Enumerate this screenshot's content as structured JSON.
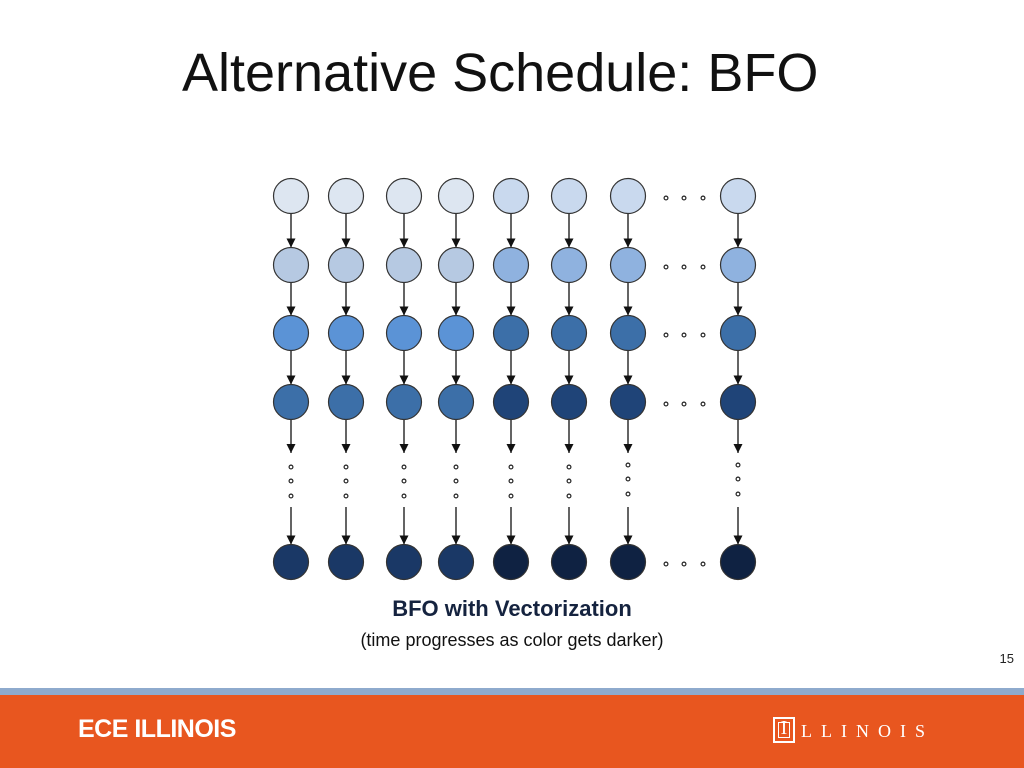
{
  "slide": {
    "title": "Alternative Schedule: BFO",
    "page_number": "15"
  },
  "diagram": {
    "columns_shown": 8,
    "ellipsis_between_columns": "after column 7",
    "rows": [
      {
        "stage": 1,
        "fills": [
          "#dde6f1",
          "#dde6f1",
          "#dde6f1",
          "#dde6f1",
          "#c9d9ee",
          "#c9d9ee",
          "#c9d9ee",
          "#c9d9ee"
        ]
      },
      {
        "stage": 2,
        "fills": [
          "#b6c9e2",
          "#b6c9e2",
          "#b6c9e2",
          "#b6c9e2",
          "#8fb2df",
          "#8fb2df",
          "#8fb2df",
          "#8fb2df"
        ]
      },
      {
        "stage": 3,
        "fills": [
          "#5b93d6",
          "#5b93d6",
          "#5b93d6",
          "#5b93d6",
          "#3c6fa8",
          "#3c6fa8",
          "#3c6fa8",
          "#3c6fa8"
        ]
      },
      {
        "stage": 4,
        "fills": [
          "#3c6fa8",
          "#3c6fa8",
          "#3c6fa8",
          "#3c6fa8",
          "#1f4478",
          "#1f4478",
          "#1f4478",
          "#1f4478"
        ]
      },
      {
        "stage": "last",
        "fills": [
          "#1a3866",
          "#1a3866",
          "#1a3866",
          "#1a3866",
          "#0f2242",
          "#0f2242",
          "#0f2242",
          "#0f2242"
        ]
      }
    ],
    "node_outline": "#333333",
    "arrow_color": "#111111"
  },
  "caption": {
    "title": "BFO with Vectorization",
    "subtitle": "(time progresses as color gets darker)"
  },
  "footer": {
    "left_label": "ECE ILLINOIS",
    "logo_letter": "I",
    "logo_wordmark": "LLINOIS",
    "bar_color": "#e8561f",
    "stripe_color": "#8eaacd"
  }
}
